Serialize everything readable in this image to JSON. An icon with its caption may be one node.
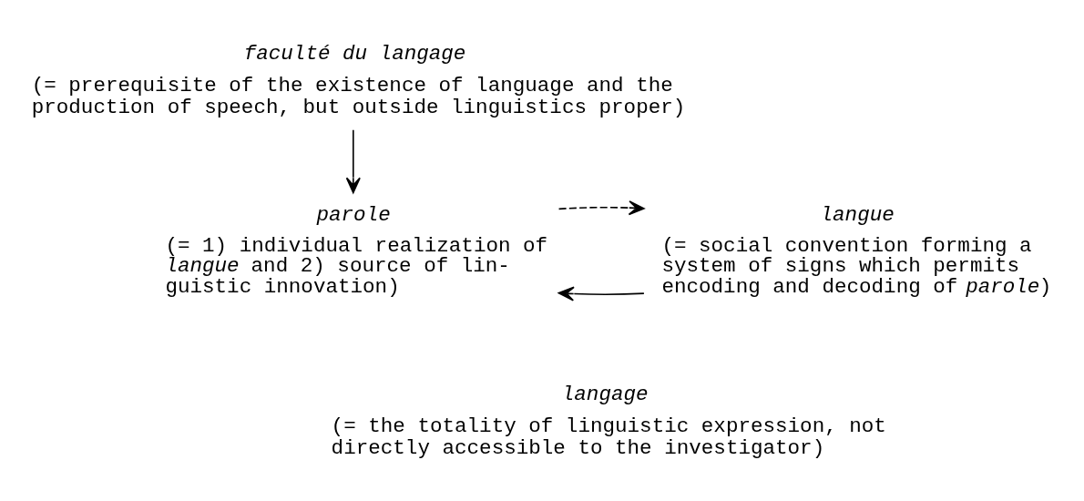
{
  "diagram": {
    "nodes": [
      {
        "text": [
          "faculté du langage"
        ],
        "beside": [
          "(= prerequisite of the existence of language and the production of speech, but outside linguistics proper)"
        ]
      },
      {
        "text": [
          "parole"
        ],
        "beside": [
          "(= 1) individual realization of *langue* and 2) source of lin- guistic innovation)"
        ]
      },
      {
        "text": [
          "langue"
        ],
        "beside": [
          "(= social convention forming a system of signs which permits encoding and decoding of *parole*)"
        ]
      },
      {
        "text": [
          "langage"
        ],
        "beside": [
          "(= the totality of linguistic expression, not directly accessible to the investigator)"
        ]
      }
    ],
    "edges": [
      {
        "from": 0,
        "to": 1,
        "arrow": "to"
      },
      {
        "from": 2,
        "to": 1,
        "arrow": "to"
      },
      {
        "from": 1,
        "to": 2,
        "arrow": "to",
        "style": "dashed"
      }
    ]
  }
}
